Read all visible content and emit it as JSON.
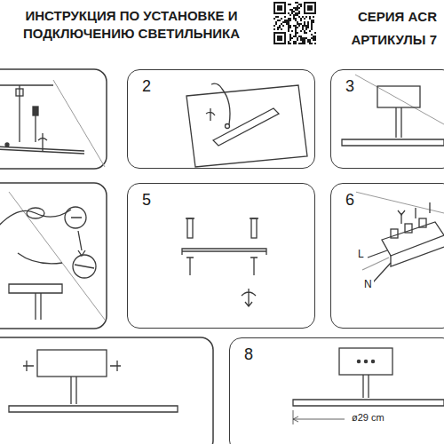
{
  "diagram": {
    "title": "ИНСТРУКЦИЯ ПО УСТАНОВКЕ И ПОДКЛЮЧЕНИЮ СВЕТИЛЬНИКА",
    "nodes": [
      {
        "text": [
          "2"
        ]
      },
      {
        "text": [
          "3"
        ]
      },
      {
        "text": [
          "5"
        ]
      },
      {
        "text": [
          "6"
        ]
      },
      {
        "text": [
          "8"
        ]
      }
    ],
    "labels": [
      "СЕРИЯ ACR",
      "АРТИКУЛЫ 7",
      "L",
      "N",
      "ø29 cm"
    ]
  }
}
